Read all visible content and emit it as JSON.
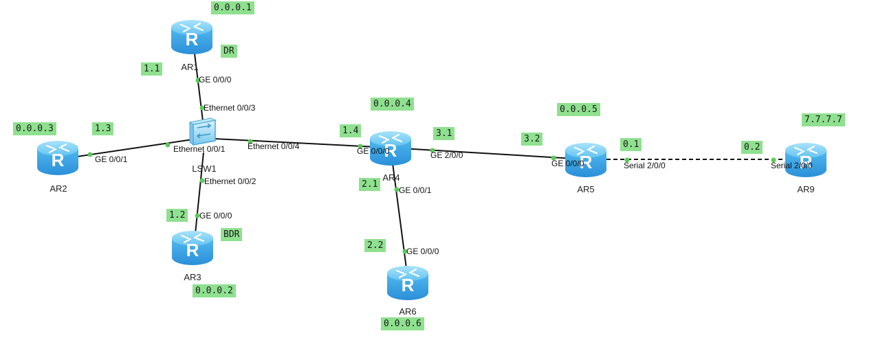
{
  "devices": {
    "ar1": "AR1",
    "ar2": "AR2",
    "ar3": "AR3",
    "ar4": "AR4",
    "ar5": "AR5",
    "ar6": "AR6",
    "ar9": "AR9",
    "lsw1": "LSW1"
  },
  "notes": {
    "ar1_id": "0.0.0.1",
    "ar1_role": "DR",
    "ar1_addr": "1.1",
    "ar2_id": "0.0.0.3",
    "ar2_addr": "1.3",
    "ar3_id": "0.0.0.2",
    "ar3_role": "BDR",
    "ar3_addr": "1.2",
    "ar4_id": "0.0.0.4",
    "ar4_addr_1": "1.4",
    "ar4_addr_3": "3.1",
    "ar4_addr_2": "2.1",
    "ar5_id": "0.0.0.5",
    "ar5_addr_3": "3.2",
    "ar5_addr_serial": "0.1",
    "ar6_id": "0.0.0.6",
    "ar6_addr": "2.2",
    "ar9_id": "7.7.7.7",
    "ar9_addr_serial": "0.2"
  },
  "ports": {
    "ar1_ge000": "GE 0/0/0",
    "lsw1_e003": "Ethernet 0/0/3",
    "ar2_ge001": "GE 0/0/1",
    "lsw1_e001": "Ethernet 0/0/1",
    "lsw1_e004": "Ethernet 0/0/4",
    "lsw1_e002": "Ethernet 0/0/2",
    "ar3_ge000": "GE 0/0/0",
    "ar4_ge000": "GE 0/0/0",
    "ar4_ge200": "GE 2/0/0",
    "ar4_ge001": "GE 0/0/1",
    "ar5_ge000": "GE 0/0/0",
    "ar5_s200": "Serial 2/0/0",
    "ar9_s200": "Serial 2/0/0",
    "ar6_ge000": "GE 0/0/0"
  },
  "colors": {
    "router_body": "#3aa8e8",
    "router_top": "#7fd0f7",
    "note_bg": "#8fe08f",
    "link": "#111111",
    "port_dot": "#5cc85c"
  }
}
